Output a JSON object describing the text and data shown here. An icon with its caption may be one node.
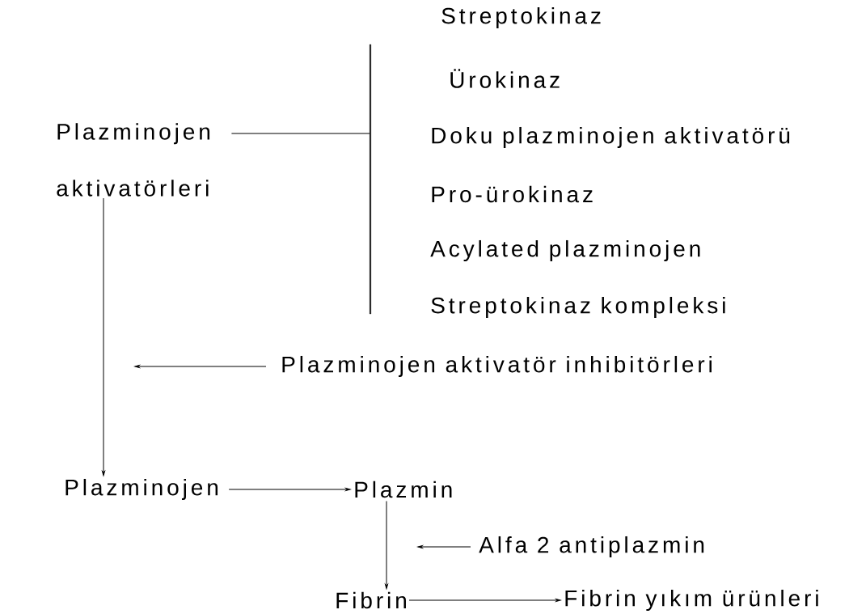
{
  "diagram": {
    "nodes": [
      {
        "text": [
          "Plazminojen aktivatörleri"
        ]
      },
      {
        "text": [
          "Streptokinaz"
        ]
      },
      {
        "text": [
          "Ürokinaz"
        ]
      },
      {
        "text": [
          "Doku plazminojen aktivatörü"
        ]
      },
      {
        "text": [
          "Pro-ürokinaz"
        ]
      },
      {
        "text": [
          "Acylated plazminojen"
        ]
      },
      {
        "text": [
          "Streptokinaz kompleksi"
        ]
      },
      {
        "text": [],
        "shape": "bar"
      },
      {
        "text": [
          "Plazminojen aktivatör inhibitörleri"
        ]
      },
      {
        "text": [
          "Plazminojen"
        ]
      },
      {
        "text": [
          "Plazmin"
        ]
      },
      {
        "text": [
          "Alfa 2 antiplazmin"
        ]
      },
      {
        "text": [
          "Fibrin"
        ]
      },
      {
        "text": [
          "Fibrin yıkım ürünleri"
        ]
      }
    ],
    "edges": [
      {
        "from": 0,
        "to": 7,
        "arrow": "none"
      },
      {
        "from": 8,
        "to": null,
        "arrow": "to"
      },
      {
        "from": 0,
        "to": 9,
        "arrow": "to"
      },
      {
        "from": 9,
        "to": 10,
        "arrow": "to"
      },
      {
        "from": 11,
        "to": null,
        "arrow": "to"
      },
      {
        "from": 10,
        "to": 12,
        "arrow": "to"
      },
      {
        "from": 12,
        "to": 13,
        "arrow": "to"
      }
    ]
  }
}
